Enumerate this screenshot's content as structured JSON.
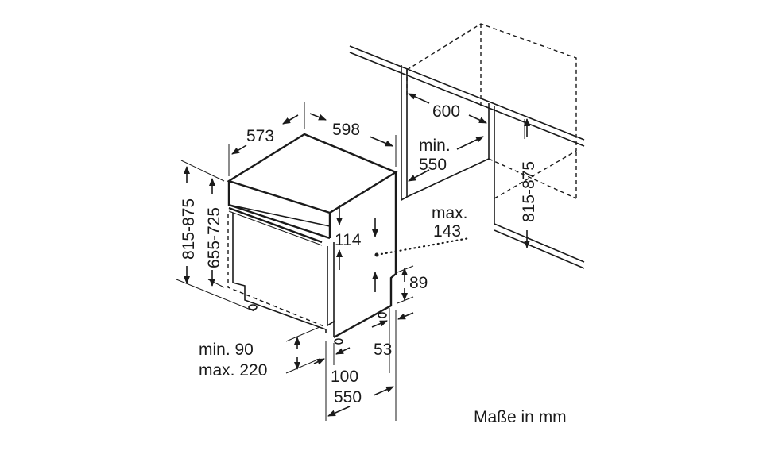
{
  "dimensions": {
    "depth": "573",
    "width": "598",
    "niche_width": "600",
    "niche_depth_min_label": "min.",
    "niche_depth_min_value": "550",
    "panel_max_label": "max.",
    "panel_max_value": "143",
    "panel_height": "114",
    "plinth_height": "89",
    "height_total": "815-875",
    "height_door": "655-725",
    "niche_height": "815-875",
    "plinth_min": "min. 90",
    "plinth_max": "max. 220",
    "door_overhang": "100",
    "plinth_setback": "53",
    "depth_bottom": "550"
  },
  "caption": "Maße in mm"
}
